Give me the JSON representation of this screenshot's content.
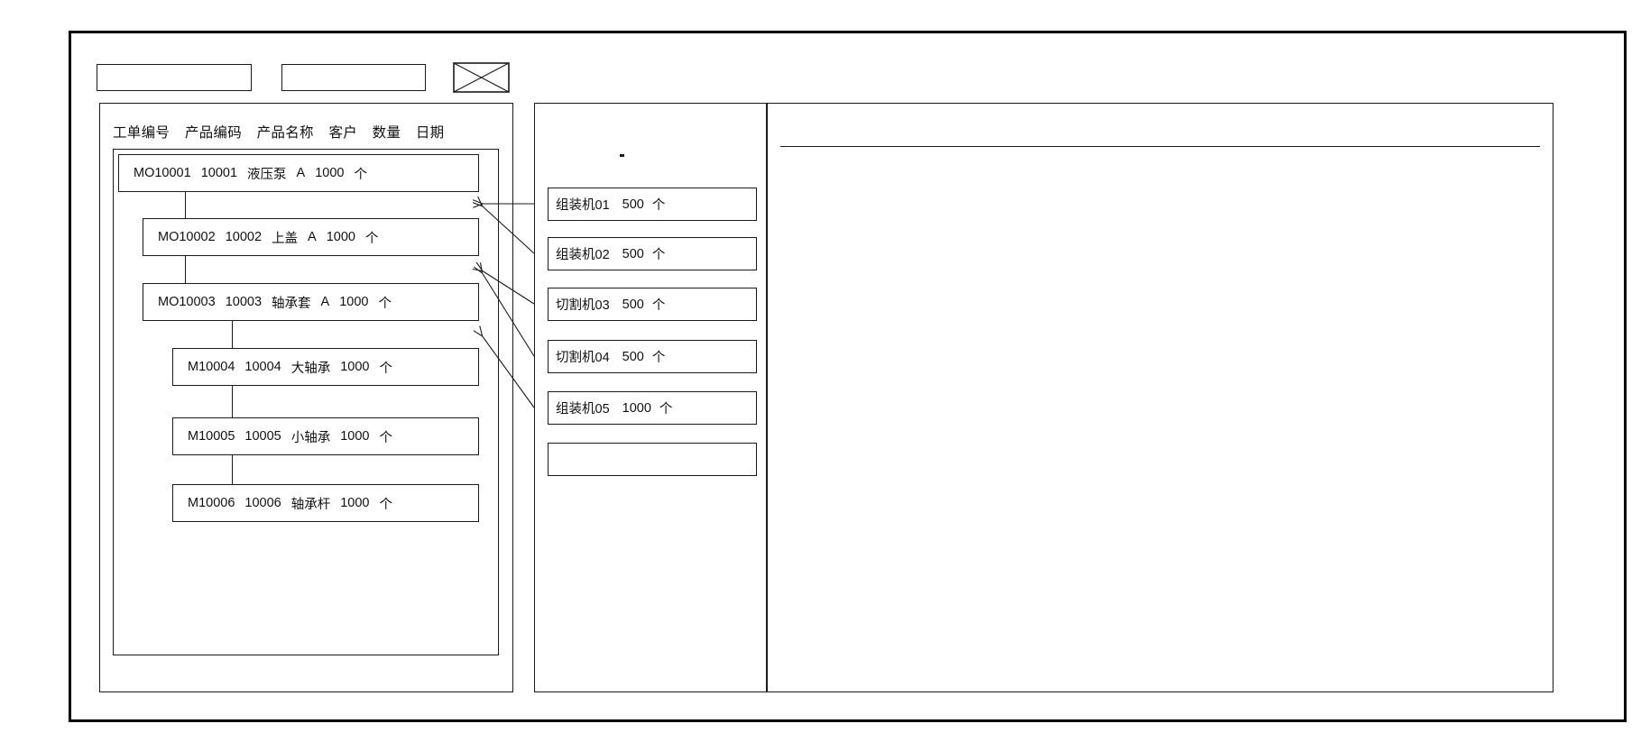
{
  "window": {
    "title_bar_present": true
  },
  "toolbar": {
    "field_1_value": "",
    "field_2_value": "",
    "placeholder_icon": "crossed-box-icon"
  },
  "left_panel": {
    "name": "work-order-tree-panel",
    "columns": [
      "工单编号",
      "产品编码",
      "产品名称",
      "客户",
      "数量",
      "日期"
    ],
    "nodes": [
      {
        "level": 0,
        "order_no": "MO10001",
        "product_code": "10001",
        "product_name": "液压泵",
        "customer": "A",
        "qty": "1000",
        "unit": "个"
      },
      {
        "level": 1,
        "order_no": "MO10002",
        "product_code": "10002",
        "product_name": "上盖",
        "customer": "A",
        "qty": "1000",
        "unit": "个"
      },
      {
        "level": 1,
        "order_no": "MO10003",
        "product_code": "10003",
        "product_name": "轴承套",
        "customer": "A",
        "qty": "1000",
        "unit": "个"
      },
      {
        "level": 2,
        "order_no": "M10004",
        "product_code": "10004",
        "product_name": "大轴承",
        "customer": "",
        "qty": "1000",
        "unit": "个"
      },
      {
        "level": 2,
        "order_no": "M10005",
        "product_code": "10005",
        "product_name": "小轴承",
        "customer": "",
        "qty": "1000",
        "unit": "个"
      },
      {
        "level": 2,
        "order_no": "M10006",
        "product_code": "10006",
        "product_name": "轴承杆",
        "customer": "",
        "qty": "1000",
        "unit": "个"
      }
    ]
  },
  "middle_panel": {
    "name": "machine-allocation-panel",
    "marker": "-",
    "cards": [
      {
        "machine": "组装机01",
        "qty": "500",
        "unit": "个"
      },
      {
        "machine": "组装机02",
        "qty": "500",
        "unit": "个"
      },
      {
        "machine": "切割机03",
        "qty": "500",
        "unit": "个"
      },
      {
        "machine": "切割机04",
        "qty": "500",
        "unit": "个"
      },
      {
        "machine": "组装机05",
        "qty": "1000",
        "unit": "个"
      },
      {
        "machine": "",
        "qty": "",
        "unit": ""
      }
    ]
  },
  "right_panel": {
    "name": "detail-panel",
    "header_text": "",
    "body_text": ""
  },
  "colors": {
    "stroke": "#1a1a1a",
    "text": "#111111",
    "background": "#ffffff",
    "frame": "#000000"
  }
}
